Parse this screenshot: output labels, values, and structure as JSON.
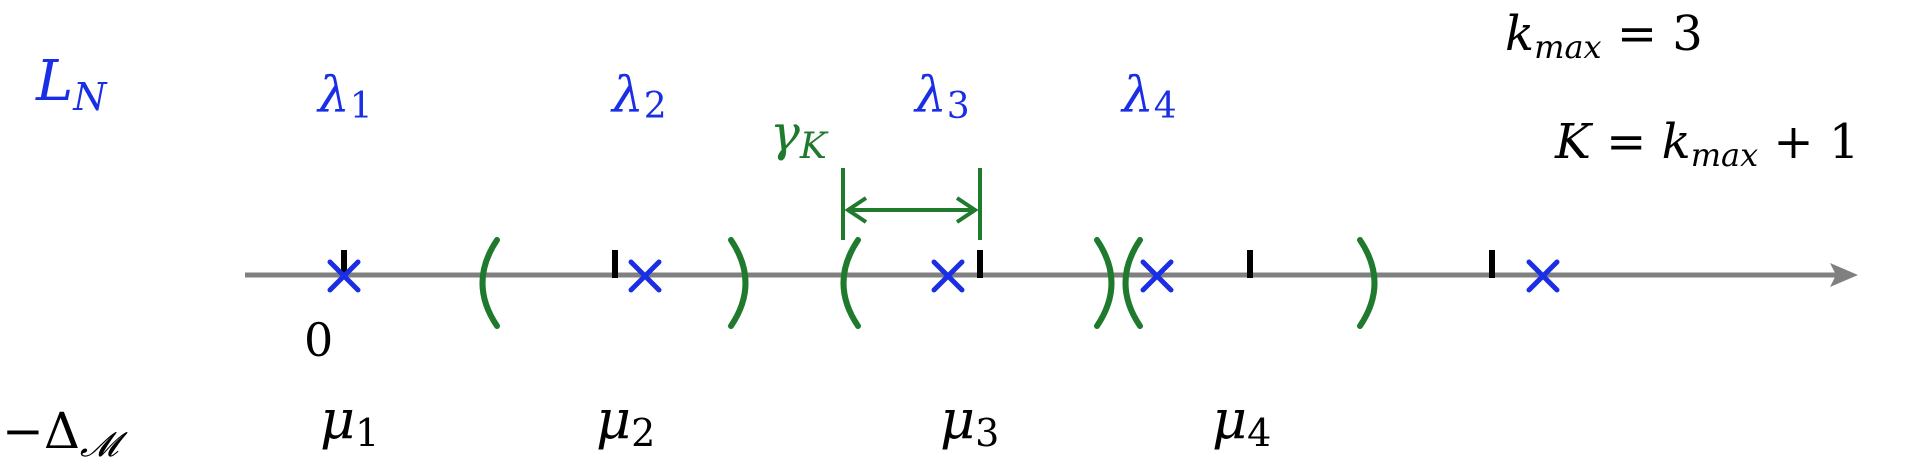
{
  "colors": {
    "axis": "#808080",
    "eigen": "#1a2ee6",
    "interval": "#1f7a2e",
    "tick": "#000000",
    "text": "#000000"
  },
  "labels": {
    "operator_top": {
      "main": "L",
      "sub": "N"
    },
    "operator_bottom": {
      "prefix": "−Δ",
      "sub": "𝓜"
    },
    "zero": "0",
    "gap": {
      "main": "γ",
      "sub": "K"
    },
    "kmax_line": {
      "k": "k",
      "sub": "max",
      "rest": " = 3"
    },
    "K_line": {
      "K": "K",
      "eq": " = ",
      "k": "k",
      "sub": "max",
      "rest": " + 1"
    }
  },
  "lambdas": [
    {
      "main": "λ",
      "sub": "1"
    },
    {
      "main": "λ",
      "sub": "2"
    },
    {
      "main": "λ",
      "sub": "3"
    },
    {
      "main": "λ",
      "sub": "4"
    }
  ],
  "mus": [
    {
      "main": "μ",
      "sub": "1"
    },
    {
      "main": "μ",
      "sub": "2"
    },
    {
      "main": "μ",
      "sub": "3"
    },
    {
      "main": "μ",
      "sub": "4"
    }
  ],
  "icons": {
    "eigenvalue_marker": "cross-icon",
    "tick_marker": "tick-mark",
    "arrow": "arrowhead-icon"
  }
}
